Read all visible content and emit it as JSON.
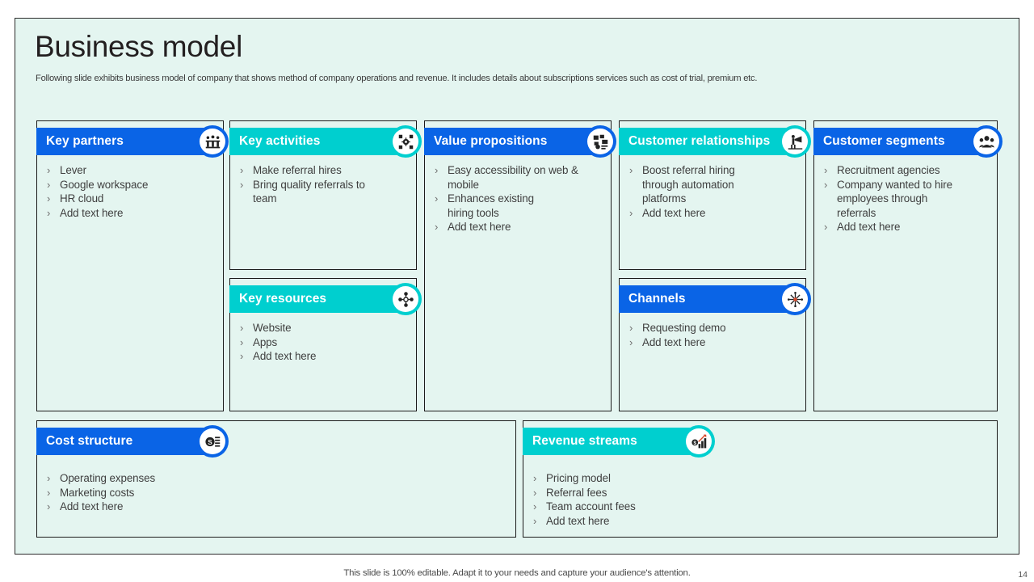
{
  "slide": {
    "title": "Business model",
    "subtitle": "Following slide exhibits business model of company that shows method of company operations and revenue. It includes details about subscriptions services such as cost of trial, premium etc.",
    "footer_note": "This slide is 100% editable. Adapt it to your needs and capture your audience's attention.",
    "page_number": "14"
  },
  "colors": {
    "blue": "#0a64e6",
    "cyan": "#00cfcf",
    "background": "#e4f5f0",
    "border": "#1b1b1b",
    "title_text": "#231f20",
    "bullet_text": "#3f3f3f"
  },
  "cards": [
    {
      "id": "key-partners",
      "title": "Key partners",
      "color": "blue",
      "icon": "group-people-icon",
      "bullets": [
        "Lever",
        "Google workspace",
        "HR cloud",
        "Add text here"
      ]
    },
    {
      "id": "key-activities",
      "title": "Key activities",
      "color": "cyan",
      "icon": "gear-network-icon",
      "bullets": [
        "Make referral hires",
        "Bring quality referrals to team"
      ]
    },
    {
      "id": "key-resources",
      "title": "Key resources",
      "color": "cyan",
      "icon": "resource-nodes-icon",
      "bullets": [
        "Website",
        "Apps",
        "Add text here"
      ]
    },
    {
      "id": "value-propositions",
      "title": "Value propositions",
      "color": "blue",
      "icon": "value-blocks-icon",
      "bullets": [
        "Easy accessibility on web & mobile",
        "Enhances existing hiring tools",
        "Add text here"
      ]
    },
    {
      "id": "customer-relationships",
      "title": "Customer relationships",
      "color": "cyan",
      "icon": "person-megaphone-icon",
      "bullets": [
        "Boost referral hiring through automation platforms",
        "Add text here"
      ]
    },
    {
      "id": "channels",
      "title": "Channels",
      "color": "blue",
      "icon": "hub-spokes-icon",
      "bullets": [
        "Requesting demo",
        "Add text here"
      ]
    },
    {
      "id": "customer-segments",
      "title": "Customer segments",
      "color": "blue",
      "icon": "people-group-icon",
      "bullets": [
        "Recruitment agencies",
        "Company wanted to hire employees through referrals",
        "Add text here"
      ]
    },
    {
      "id": "cost-structure",
      "title": "Cost structure",
      "color": "blue",
      "icon": "money-coin-icon",
      "bullets": [
        "Operating expenses",
        "Marketing costs",
        "Add text here"
      ]
    },
    {
      "id": "revenue-streams",
      "title": "Revenue streams",
      "color": "cyan",
      "icon": "revenue-chart-icon",
      "bullets": [
        "Pricing model",
        "Referral fees",
        "Team account fees",
        "Add text here"
      ]
    }
  ]
}
